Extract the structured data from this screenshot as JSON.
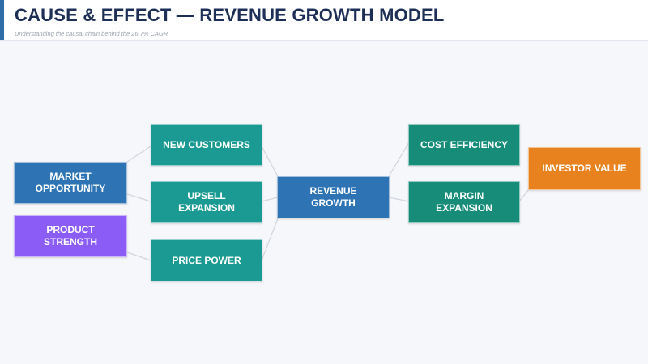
{
  "header": {
    "title": "CAUSE & EFFECT — REVENUE GROWTH MODEL",
    "subtitle": "Understanding the causal chain behind the 26.7% CAGR"
  },
  "nodes": {
    "market_opportunity": {
      "label": "MARKET OPPORTUNITY",
      "color": "#2e74b5"
    },
    "product_strength": {
      "label": "PRODUCT STRENGTH",
      "color": "#8b5cf6"
    },
    "new_customers": {
      "label": "NEW CUSTOMERS",
      "color": "#1a9a92"
    },
    "upsell_expansion": {
      "label": "UPSELL EXPANSION",
      "color": "#1a9a92"
    },
    "price_power": {
      "label": "PRICE POWER",
      "color": "#1a9a92"
    },
    "revenue_growth": {
      "label": "REVENUE GROWTH",
      "color": "#2e74b5"
    },
    "cost_efficiency": {
      "label": "COST EFFICIENCY",
      "color": "#178c79"
    },
    "margin_expansion": {
      "label": "MARGIN EXPANSION",
      "color": "#178c79"
    },
    "investor_value": {
      "label": "INVESTOR VALUE",
      "color": "#e8821e"
    }
  }
}
